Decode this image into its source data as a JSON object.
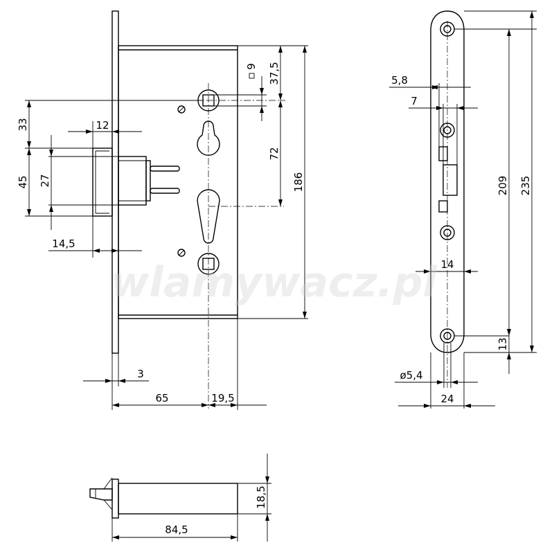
{
  "watermark": "wlamywacz.pl",
  "front_view": {
    "dims": {
      "d33": "33",
      "d12": "12",
      "d45": "45",
      "d27": "27",
      "d14_5": "14,5",
      "d3": "3",
      "d65": "65",
      "d19_5": "19,5",
      "d9": "9",
      "d37_5": "37,5",
      "d72": "72",
      "d186": "186"
    }
  },
  "side_view": {
    "dims": {
      "d5_8": "5,8",
      "d7": "7",
      "d14": "14",
      "d209": "209",
      "d235": "235",
      "d13": "13",
      "d_dia": "ø5,4",
      "d24": "24"
    }
  },
  "bottom_view": {
    "dims": {
      "d84_5": "84,5",
      "d18_5": "18,5"
    }
  }
}
